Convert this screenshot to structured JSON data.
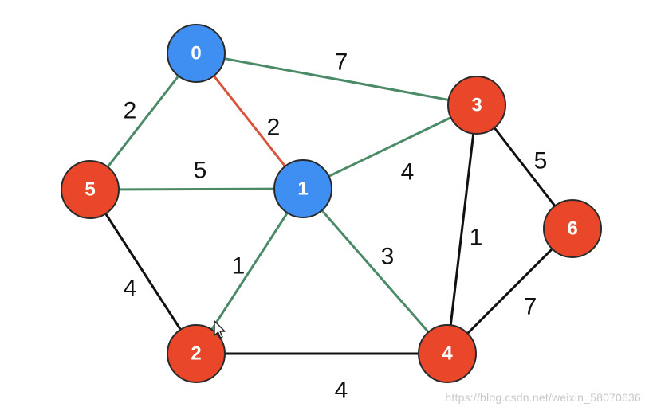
{
  "colors": {
    "visited_node": "#3f8ef2",
    "unvisited_node": "#e9462a",
    "tree_edge": "#4a8a67",
    "current_edge": "#d9533a",
    "plain_edge": "#111111"
  },
  "nodes": [
    {
      "id": "0",
      "label": "0",
      "state": "visited"
    },
    {
      "id": "1",
      "label": "1",
      "state": "visited"
    },
    {
      "id": "2",
      "label": "2",
      "state": "unvisited"
    },
    {
      "id": "3",
      "label": "3",
      "state": "unvisited"
    },
    {
      "id": "4",
      "label": "4",
      "state": "unvisited"
    },
    {
      "id": "5",
      "label": "5",
      "state": "unvisited"
    },
    {
      "id": "6",
      "label": "6",
      "state": "unvisited"
    }
  ],
  "edges": [
    {
      "from": "0",
      "to": "3",
      "weight": "7",
      "style": "tree"
    },
    {
      "from": "0",
      "to": "5",
      "weight": "2",
      "style": "tree"
    },
    {
      "from": "0",
      "to": "1",
      "weight": "2",
      "style": "current"
    },
    {
      "from": "5",
      "to": "1",
      "weight": "5",
      "style": "tree"
    },
    {
      "from": "1",
      "to": "3",
      "weight": "4",
      "style": "tree"
    },
    {
      "from": "1",
      "to": "2",
      "weight": "1",
      "style": "tree"
    },
    {
      "from": "1",
      "to": "4",
      "weight": "3",
      "style": "tree"
    },
    {
      "from": "5",
      "to": "2",
      "weight": "4",
      "style": "plain"
    },
    {
      "from": "2",
      "to": "4",
      "weight": "4",
      "style": "plain"
    },
    {
      "from": "3",
      "to": "4",
      "weight": "1",
      "style": "plain"
    },
    {
      "from": "3",
      "to": "6",
      "weight": "5",
      "style": "plain"
    },
    {
      "from": "4",
      "to": "6",
      "weight": "7",
      "style": "plain"
    }
  ],
  "watermark": "https://blog.csdn.net/weixin_58070636"
}
